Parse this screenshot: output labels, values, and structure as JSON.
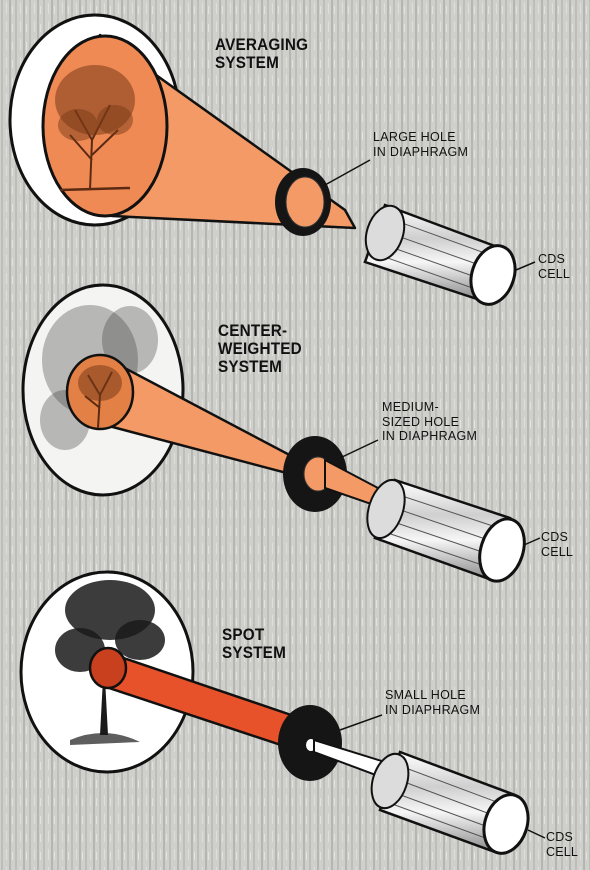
{
  "panels": [
    {
      "title": [
        "AVERAGING",
        "SYSTEM"
      ],
      "hole_label": [
        "LARGE HOLE",
        "IN DIAPHRAGM"
      ],
      "cell_label": [
        "CDS",
        "CELL"
      ]
    },
    {
      "title": [
        "CENTER-",
        "WEIGHTED",
        "SYSTEM"
      ],
      "hole_label": [
        "MEDIUM-",
        "SIZED HOLE",
        "IN DIAPHRAGM"
      ],
      "cell_label": [
        "CDS",
        "CELL"
      ]
    },
    {
      "title": [
        "SPOT",
        "SYSTEM"
      ],
      "hole_label": [
        "SMALL HOLE",
        "IN DIAPHRAGM"
      ],
      "cell_label": [
        "CDS",
        "CELL"
      ]
    }
  ],
  "colors": {
    "background": "#c9c9c6",
    "light_beam": "#f49a66",
    "spot_beam": "#e8522a",
    "diaphragm": "#151515",
    "cell_body": "#e9e9e9"
  },
  "icons": [
    "tree-scene",
    "diaphragm-disc",
    "cds-cell-cylinder"
  ]
}
